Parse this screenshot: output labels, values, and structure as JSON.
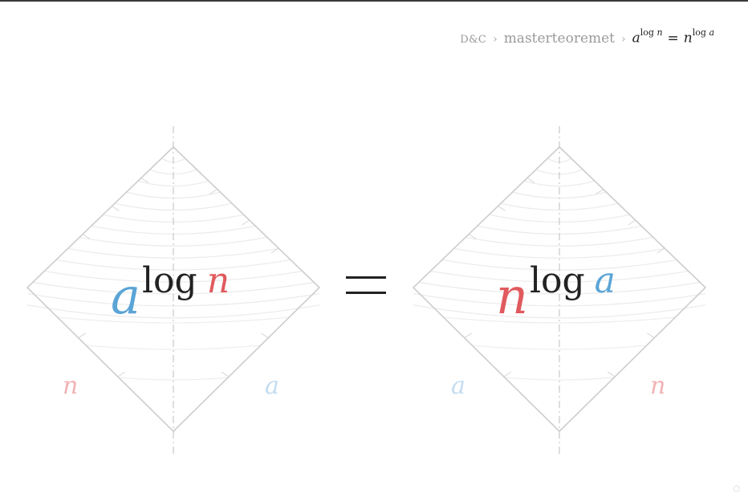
{
  "breadcrumb": {
    "root": "D&C",
    "sep1": "›",
    "section": "masterteoremet",
    "sep2": "›",
    "current": {
      "lhs_base": "a",
      "lhs_exp_op": "log",
      "lhs_exp_var": "n",
      "equals": "=",
      "rhs_base": "n",
      "rhs_exp_op": "log",
      "rhs_exp_var": "a"
    }
  },
  "left_diagram": {
    "formula": {
      "base": "a",
      "op": "log",
      "arg": "n"
    },
    "label_left": "n",
    "label_right": "a"
  },
  "right_diagram": {
    "formula": {
      "base": "n",
      "op": "log",
      "arg": "a"
    },
    "label_left": "a",
    "label_right": "n"
  },
  "colors": {
    "a": "#5ba4d6",
    "n": "#e05a5e",
    "a_pale": "#c3dcf1",
    "n_pale": "#f0b3b4",
    "outline": "#cdcdcd"
  },
  "corner_mark": "○"
}
